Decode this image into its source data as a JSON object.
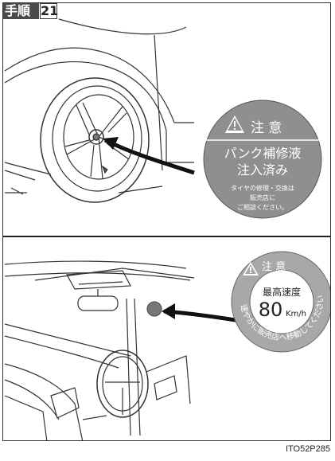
{
  "step": {
    "label": "手順",
    "number": "21"
  },
  "tire_sticker": {
    "caution": "注 意",
    "line1": "パンク補修液",
    "line2": "注入済み",
    "note1": "タイヤの修理・交換は",
    "note2": "販売店に",
    "note3": "ご相談ください。"
  },
  "speed_sticker": {
    "caution": "注 意",
    "title": "最高速度",
    "speed": "80",
    "unit": "Km/h",
    "ring_text": "速やかに販売店へ移動してください。"
  },
  "figure_code": "ITO52P285"
}
